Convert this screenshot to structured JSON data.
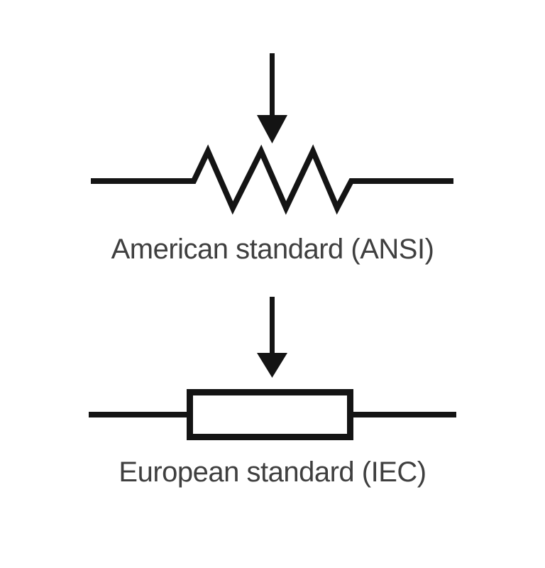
{
  "figure": {
    "background_color": "#ffffff",
    "symbol_color": "#141414",
    "label_color": "#3f3f3f",
    "top": {
      "caption": "American standard (ANSI)",
      "symbol_name": "potentiometer-ansi-zigzag",
      "arrow_name": "wiper-down-arrow"
    },
    "bottom": {
      "caption": "European standard (IEC)",
      "symbol_name": "potentiometer-iec-rectangle",
      "arrow_name": "wiper-down-arrow"
    }
  }
}
